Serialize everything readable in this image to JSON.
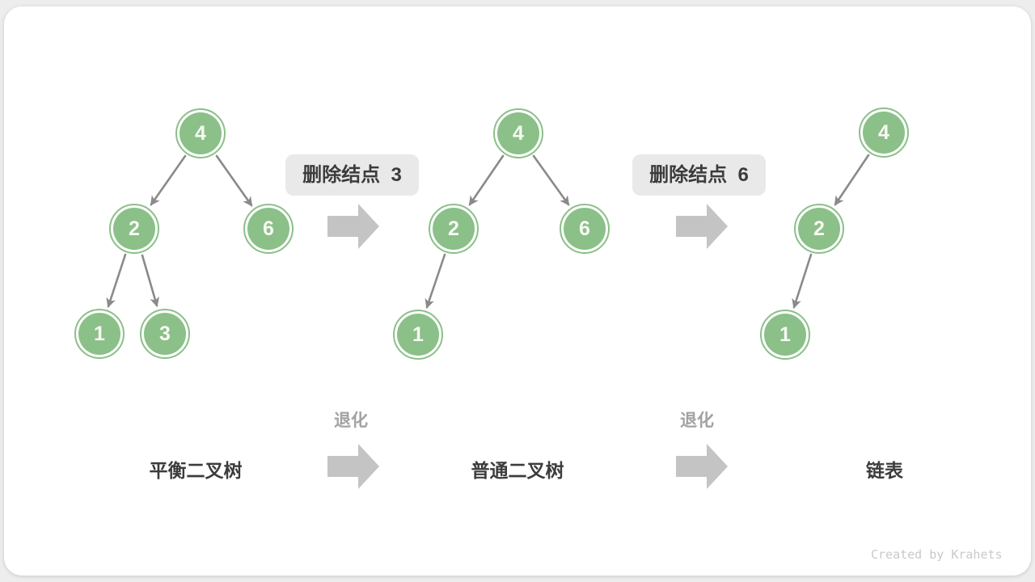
{
  "colors": {
    "page_bg": "#ededed",
    "card_bg": "#ffffff",
    "node_fill": "#8bc089",
    "node_text": "#f9f9f3",
    "edge": "#8a8a8a",
    "block_arrow": "#c4c4c4",
    "label_box_bg": "#e9e9e9",
    "label_box_text": "#3c3c3c",
    "stage_text": "#3c3c3c",
    "degrade_text": "#a2a2a2",
    "watermark_color": "#c9c9c9"
  },
  "operations": [
    {
      "label": "删除结点  3"
    },
    {
      "label": "删除结点  6"
    }
  ],
  "degrade": {
    "label": "退化"
  },
  "trees": [
    {
      "stage_label": "平衡二叉树",
      "nodes": [
        {
          "value": "4"
        },
        {
          "value": "2"
        },
        {
          "value": "6"
        },
        {
          "value": "1"
        },
        {
          "value": "3"
        }
      ],
      "edges": [
        [
          "4",
          "2"
        ],
        [
          "4",
          "6"
        ],
        [
          "2",
          "1"
        ],
        [
          "2",
          "3"
        ]
      ]
    },
    {
      "stage_label": "普通二叉树",
      "nodes": [
        {
          "value": "4"
        },
        {
          "value": "2"
        },
        {
          "value": "6"
        },
        {
          "value": "1"
        }
      ],
      "edges": [
        [
          "4",
          "2"
        ],
        [
          "4",
          "6"
        ],
        [
          "2",
          "1"
        ]
      ]
    },
    {
      "stage_label": "链表",
      "nodes": [
        {
          "value": "4"
        },
        {
          "value": "2"
        },
        {
          "value": "1"
        }
      ],
      "edges": [
        [
          "4",
          "2"
        ],
        [
          "2",
          "1"
        ]
      ]
    }
  ],
  "watermark": "Created by Krahets"
}
